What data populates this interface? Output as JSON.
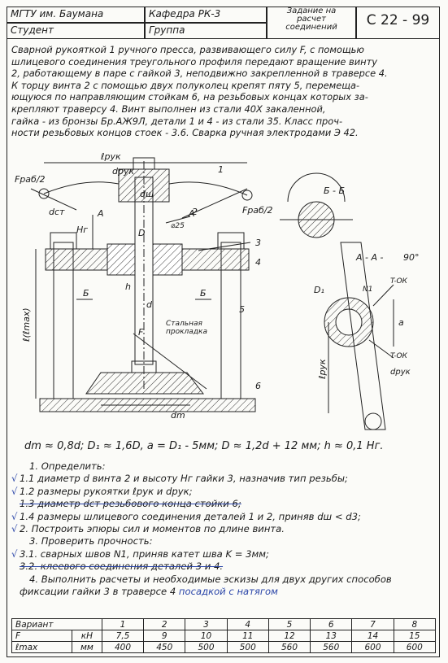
{
  "header": {
    "university": "МГТУ им. Баумана",
    "department": "Кафедра РК-3",
    "assignment_line1": "Задание на",
    "assignment_line2": "расчет",
    "assignment_line3": "соединений",
    "student": "Студент",
    "group": "Группа",
    "code": "С 22 - 99"
  },
  "intro_lines": [
    "Сварной рукояткой 1 ручного пресса, развивающего силу F, с помощью",
    "шлицевого соединения треугольного профиля передают вращение винту",
    "2, работающему в паре с гайкой 3, неподвижно закрепленной в траверсе 4.",
    "К торцу винта 2 с помощью двух полуколец крепят пяту 5, перемеща-",
    "ющуюся по направляющим стойкам 6, на резьбовых концах которых за-",
    "крепляют траверсу 4. Винт выполнен из стали 40Х закаленной,",
    "гайка - из бронзы Бр.АЖ9Л, детали 1 и 4 - из стали 35. Класс проч-",
    "ности резьбовых концов стоек - 3.6. Сварка ручная электродами Э 42."
  ],
  "drawing": {
    "l_ruk": "ℓрук",
    "d_ruk": "dрук",
    "F_rab_left": "Fраб/2",
    "F_rab_right": "Fраб/2",
    "d_sh": "dш",
    "d_st": "dст",
    "A_left": "A",
    "A_right": "A",
    "D": "D",
    "H_r": "Hг",
    "num1": "1",
    "num2": "2",
    "num3": "3",
    "num4": "4",
    "num5": "5",
    "num6": "6",
    "angle": "⌀25",
    "h": "h",
    "d": "d",
    "F": "F",
    "l_max": "ℓ(ℓmax)",
    "spacer_line1": "Стальная",
    "spacer_line2": "прокладка",
    "B_left": "Б",
    "B_right": "Б",
    "d_m": "dm",
    "section_B": "Б - Б",
    "section_A": "A - A -",
    "angle90": "90°",
    "D1": "D₁",
    "N1": "N1",
    "T_ok1": "T-ОК",
    "T_ok2": "T-ОК",
    "a": "a",
    "l_ruk2": "ℓрук",
    "d_ruk2": "dрук"
  },
  "formula": "dm ≈ 0,8d;  D₁ ≈ 1,6D,  a = D₁ - 5мм;   D ≈ 1,2d + 12 мм;  h ≈ 0,1 Hг.",
  "tasks": [
    {
      "check": "",
      "text": "1. Определить:",
      "strike": false
    },
    {
      "check": "√",
      "text": "1.1 диаметр d винта 2 и высоту Hг гайки 3, назначив тип резьбы;",
      "strike": false
    },
    {
      "check": "√",
      "text": "1.2 размеры рукоятки ℓрук и dрук;",
      "strike": false
    },
    {
      "check": "",
      "text": "1.3 диаметр dст резьбового конца стойки 6;",
      "strike": true
    },
    {
      "check": "√",
      "text": "1.4 размеры шлицевого соединения деталей 1 и 2, приняв dш < d3;",
      "strike": false
    },
    {
      "check": "√",
      "text": "2. Построить эпюры сил и моментов по длине винта.",
      "strike": false
    },
    {
      "check": "",
      "text": "3. Проверить прочность:",
      "strike": false
    },
    {
      "check": "√",
      "text": "3.1. сварных швов N1, приняв катет шва K = 3мм;",
      "strike": false
    },
    {
      "check": "",
      "text": "3.2. клеевого соединения деталей 3 и 4.",
      "strike": true
    },
    {
      "check": "",
      "text": "4. Выполнить расчеты и необходимые эскизы для двух других способов",
      "strike": false
    },
    {
      "check": "",
      "text": "фиксации гайки 3 в траверсе 4",
      "strike": false
    }
  ],
  "handwritten": "посадкой с натягом",
  "variants": {
    "row_label": "Вариант",
    "numbers": [
      "1",
      "2",
      "3",
      "4",
      "5",
      "6",
      "7",
      "8"
    ],
    "F_label": "F",
    "F_unit": "кН",
    "F_values": [
      "7,5",
      "9",
      "10",
      "11",
      "12",
      "13",
      "14",
      "15"
    ],
    "l_label": "ℓmax",
    "l_unit": "мм",
    "l_values": [
      "400",
      "450",
      "500",
      "500",
      "560",
      "560",
      "600",
      "600"
    ]
  }
}
